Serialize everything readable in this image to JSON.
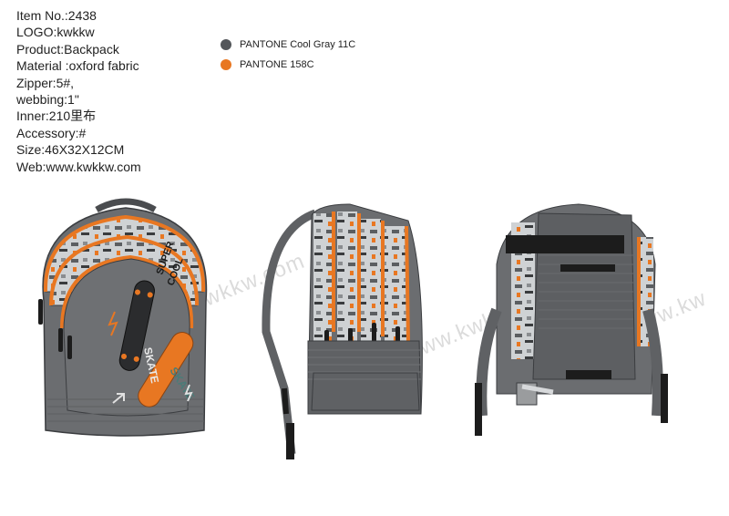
{
  "specs": {
    "item_no": "Item No.:2438",
    "logo": "LOGO:kwkkw",
    "product": "Product:Backpack",
    "material": "Material :oxford fabric",
    "zipper": "Zipper:5#,",
    "webbing": "webbing:1\"",
    "inner": "Inner:210里布",
    "accessory": "Accessory:#",
    "size": "Size:46X32X12CM",
    "web": "Web:www.kwkkw.com"
  },
  "palette": [
    {
      "name": "PANTONE Cool Gray 11C",
      "color": "#53565a"
    },
    {
      "name": "PANTONE 158C",
      "color": "#e87722"
    }
  ],
  "artwork": {
    "front_text_1": "SUPER",
    "front_text_2": "COOL",
    "board_text_1": "SKATE",
    "board_text_2": "SKATE"
  },
  "watermarks": {
    "front": "kwkkw.com",
    "side": "www.kwkkw",
    "back": "www.kw"
  },
  "colors": {
    "body_gray": "#6b6d70",
    "dark_gray": "#4a4c4f",
    "orange": "#e87722",
    "pattern_light": "#cfd2d4",
    "black": "#1c1c1c"
  }
}
